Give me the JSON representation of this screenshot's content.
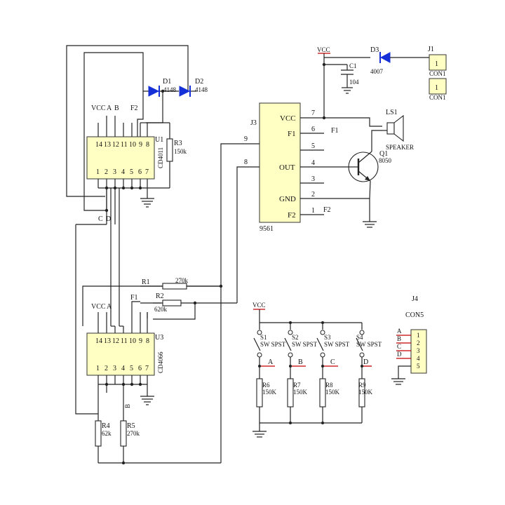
{
  "u1": {
    "ref": "U1",
    "part": "CD4011",
    "top_pins": [
      "14",
      "13",
      "12",
      "11",
      "10",
      "9",
      "8"
    ],
    "bottom_pins": [
      "1",
      "2",
      "3",
      "4",
      "5",
      "6",
      "7"
    ],
    "labels": {
      "vcc": "VCC",
      "a": "A",
      "b": "B",
      "f2": "F2"
    }
  },
  "u3": {
    "ref": "U3",
    "part": "CD4066",
    "top_pins": [
      "14",
      "13",
      "12",
      "11",
      "10",
      "9",
      "8"
    ],
    "bottom_pins": [
      "1",
      "2",
      "3",
      "4",
      "5",
      "6",
      "7"
    ],
    "labels": {
      "vcc": "VCC",
      "a": "A",
      "f1": "F1"
    }
  },
  "j3": {
    "ref": "J3",
    "part": "9561",
    "pin_names": {
      "vcc": "VCC",
      "f1": "F1",
      "out": "OUT",
      "gnd": "GND",
      "f2": "F2"
    },
    "pin_numbers": [
      "7",
      "6",
      "5",
      "4",
      "3",
      "2",
      "1"
    ],
    "ext_pins": [
      "9",
      "8"
    ],
    "net_f1": "F1",
    "net_f2": "F2"
  },
  "diodes": [
    {
      "ref": "D1",
      "value": "4148"
    },
    {
      "ref": "D2",
      "value": "4148"
    },
    {
      "ref": "D3",
      "value": "4007"
    }
  ],
  "resistors": [
    {
      "ref": "R1",
      "value": "270k"
    },
    {
      "ref": "R2",
      "value": "620k"
    },
    {
      "ref": "R3",
      "value": "150k"
    },
    {
      "ref": "R4",
      "value": "62k"
    },
    {
      "ref": "R5",
      "value": "270k"
    },
    {
      "ref": "R6",
      "value": "150K"
    },
    {
      "ref": "R7",
      "value": "150K"
    },
    {
      "ref": "R8",
      "value": "150K"
    },
    {
      "ref": "R9",
      "value": "150K"
    }
  ],
  "cap": {
    "ref": "C1",
    "value": "104"
  },
  "vcc_label": "VCC",
  "j1": {
    "ref": "J1",
    "pin": "1",
    "name": "CON1"
  },
  "j1b": {
    "pin": "1",
    "name": "CON1"
  },
  "speaker": {
    "ref": "LS1",
    "name": "SPEAKER"
  },
  "transistor": {
    "ref": "Q1",
    "part": "8050"
  },
  "switches": [
    {
      "ref": "S1",
      "type": "SW SPST",
      "net": "A"
    },
    {
      "ref": "S2",
      "type": "SW SPST",
      "net": "B"
    },
    {
      "ref": "S3",
      "type": "SW SPST",
      "net": "C"
    },
    {
      "ref": "S4",
      "type": "SW SPST",
      "net": "D"
    }
  ],
  "j4": {
    "ref": "J4",
    "name": "CON5",
    "pins": [
      "1",
      "2",
      "3",
      "4",
      "5"
    ],
    "nets": [
      "A",
      "B",
      "C",
      "D"
    ]
  },
  "nets": {
    "c": "C",
    "d": "D",
    "b": "B"
  }
}
